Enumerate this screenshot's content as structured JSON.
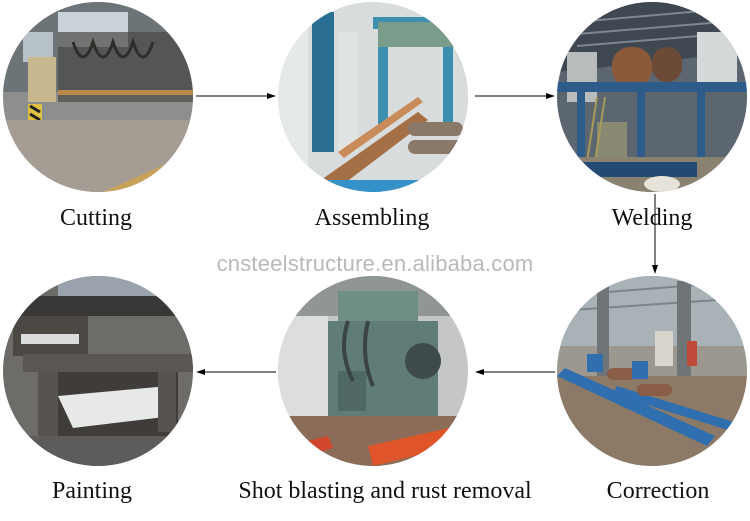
{
  "watermark": "cnsteelstructure.en.alibaba.com",
  "steps": [
    {
      "label": "Cutting"
    },
    {
      "label": "Assembling"
    },
    {
      "label": "Welding"
    },
    {
      "label": "Correction"
    },
    {
      "label": "Shot blasting and rust removal"
    },
    {
      "label": "Painting"
    }
  ],
  "flow": [
    "Cutting → Assembling",
    "Assembling → Welding",
    "Welding → Correction",
    "Correction → Shot blasting and rust removal",
    "Shot blasting and rust removal → Painting"
  ],
  "colors": {
    "background": "#ffffff",
    "text": "#111111",
    "watermark": "#b9b9b9",
    "arrow": "#000000",
    "machine_blue": "#2f6fa8"
  }
}
